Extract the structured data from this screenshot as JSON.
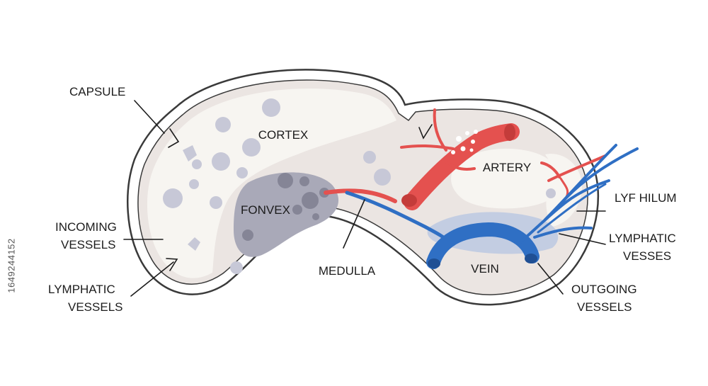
{
  "labels": {
    "capsule": "CAPSULE",
    "cortex": "CORTEX",
    "fonvex": "FONVEX",
    "artery": "ARTERY",
    "lyf_hilum": "LYF HILUM",
    "lymphatic_vesses_1": "LYMPHATIC",
    "lymphatic_vesses_2": "VESSES",
    "incoming_1": "INCOMING",
    "incoming_2": "VESSELS",
    "lymphatic_vessels_1": "LYMPHATIC",
    "lymphatic_vessels_2": "VESSELS",
    "medulla": "MEDULLA",
    "vein": "VEIN",
    "outgoing_1": "OUTGOING",
    "outgoing_2": "VESSELS"
  },
  "stock_id": "1649244152",
  "colors": {
    "outline": "#3a3a3a",
    "tissue": "#ebe5e2",
    "cortex": "#f7f5f1",
    "follicle": "#c7c8d7",
    "fonvex": "#a9a9b8",
    "fonvex_dot": "#858596",
    "artery": "#e4514f",
    "vein": "#2f6fc4",
    "lymph": "#3f7fd0",
    "vein_pool": "#c3cde2"
  }
}
